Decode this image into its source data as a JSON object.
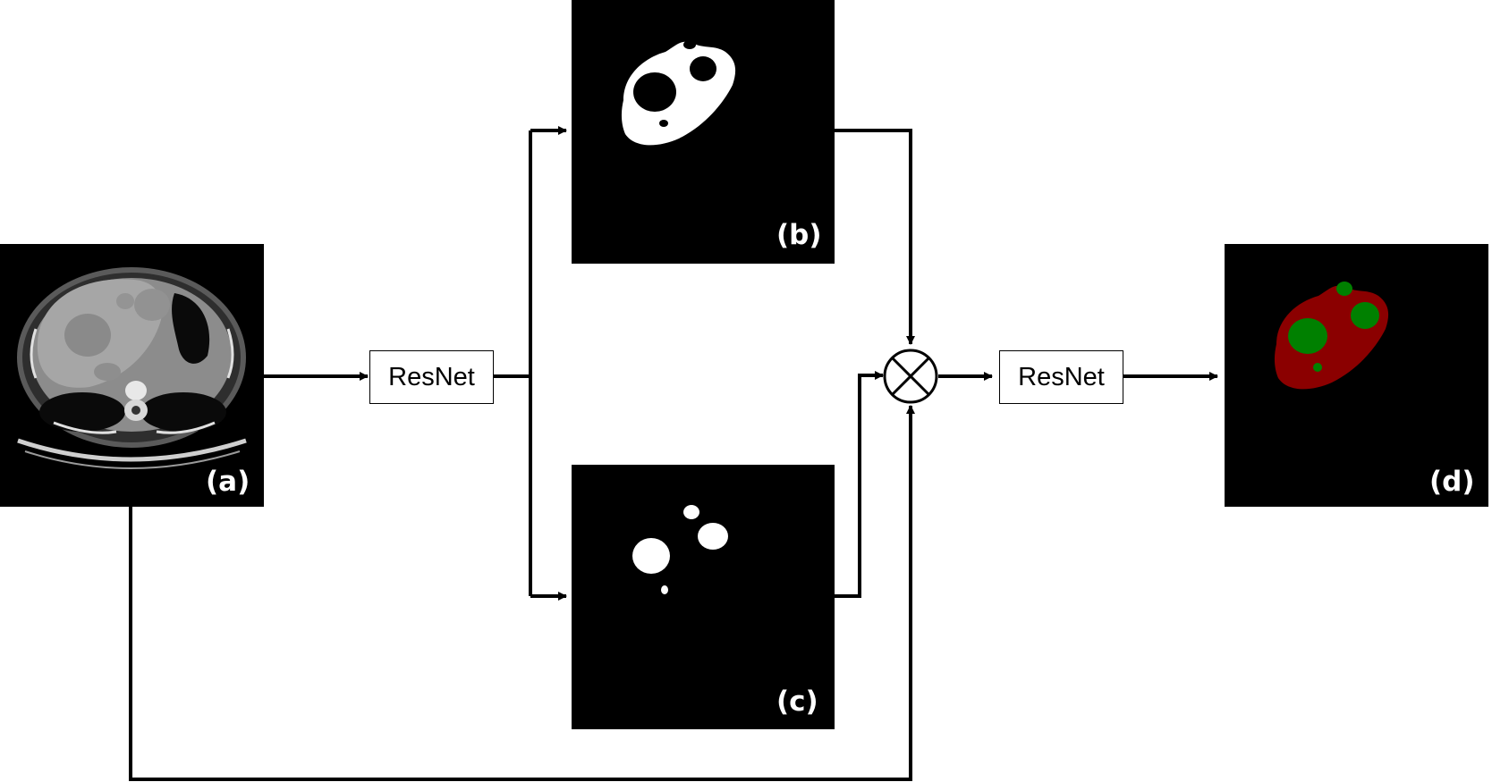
{
  "panels": {
    "a": {
      "label": "(a)"
    },
    "b": {
      "label": "(b)"
    },
    "c": {
      "label": "(c)"
    },
    "d": {
      "label": "(d)"
    }
  },
  "blocks": {
    "resnet_1": {
      "label": "ResNet"
    },
    "resnet_2": {
      "label": "ResNet"
    }
  },
  "operator": {
    "symbol": "multiply-circle-icon"
  },
  "colors": {
    "line": "#000000",
    "panel_bg": "#000000",
    "liver_mask": "#8b0000",
    "tumor_mask": "#008000"
  }
}
